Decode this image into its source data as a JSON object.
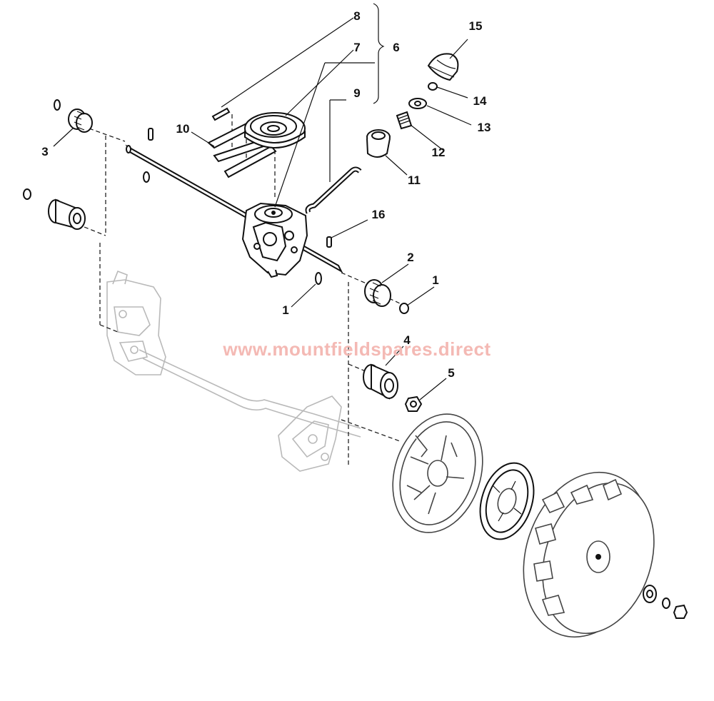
{
  "callouts": {
    "c1a": "1",
    "c1b": "1",
    "c2": "2",
    "c3": "3",
    "c4": "4",
    "c5": "5",
    "c6": "6",
    "c7": "7",
    "c8": "8",
    "c9": "9",
    "c10": "10",
    "c11": "11",
    "c12": "12",
    "c13": "13",
    "c14": "14",
    "c15": "15",
    "c16": "16"
  },
  "watermark": "www.mountfieldspares.direct",
  "colors": {
    "line": "#111111",
    "faint_part": "#b9b9b9",
    "watermark": "#f4b9b4"
  }
}
